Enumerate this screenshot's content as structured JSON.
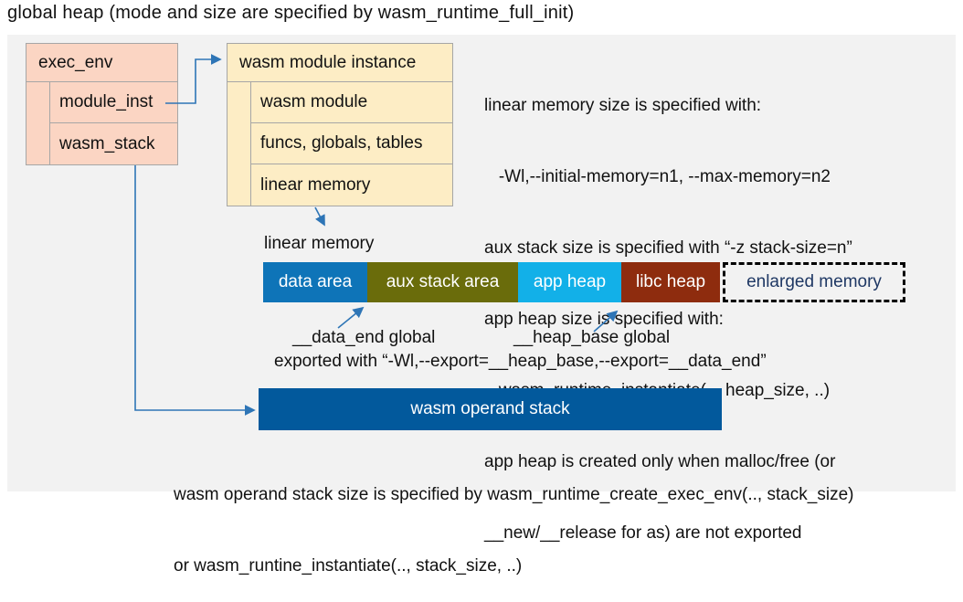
{
  "title": "global heap (mode and size are specified by wasm_runtime_full_init)",
  "exec_env_box": {
    "header": "exec_env",
    "rows": [
      "module_inst",
      "wasm_stack"
    ]
  },
  "module_instance_box": {
    "header": "wasm module instance",
    "rows": [
      "wasm module",
      "funcs, globals, tables",
      "linear memory"
    ]
  },
  "right_notes": {
    "lines": [
      "linear memory size is specified with:",
      "   -Wl,--initial-memory=n1, --max-memory=n2",
      "aux stack size is specified with “-z stack-size=n”",
      "app heap size is specified with:",
      "   wasm_runtime_instantiate(.., heap_size, ..)",
      "app heap is created only when malloc/free (or",
      "__new/__release for as) are not exported"
    ]
  },
  "linear_memory": {
    "label": "linear memory",
    "segments": [
      {
        "label": "data area",
        "color": "#0e74b8",
        "text_color": "#ffffff"
      },
      {
        "label": "aux stack area",
        "color": "#6a6c0b",
        "text_color": "#ffffff"
      },
      {
        "label": "app heap",
        "color": "#12b0e8",
        "text_color": "#ffffff"
      },
      {
        "label": "libc heap",
        "color": "#8e2c0e",
        "text_color": "#ffffff"
      },
      {
        "label": "enlarged memory",
        "color": "transparent",
        "text_color": "#1f3864"
      }
    ]
  },
  "annotations": {
    "data_end_label": "__data_end global",
    "heap_base_label": "__heap_base global",
    "export_note": "exported with “-Wl,--export=__heap_base,--export=__data_end”"
  },
  "operand_stack": {
    "label": "wasm operand stack",
    "color": "#02599c",
    "text_color": "#ffffff"
  },
  "bottom_notes": {
    "lines": [
      "wasm operand stack size is specified by wasm_runtime_create_exec_env(.., stack_size)",
      "or wasm_runtine_instantiate(.., stack_size, ..)"
    ]
  },
  "colors": {
    "panel_bg": "#f2f2f2",
    "exec_env_fill": "#fbd5c3",
    "module_instance_fill": "#fdedc5",
    "box_border": "#a6a6a6",
    "arrow": "#2e75b6",
    "text": "#111111"
  }
}
